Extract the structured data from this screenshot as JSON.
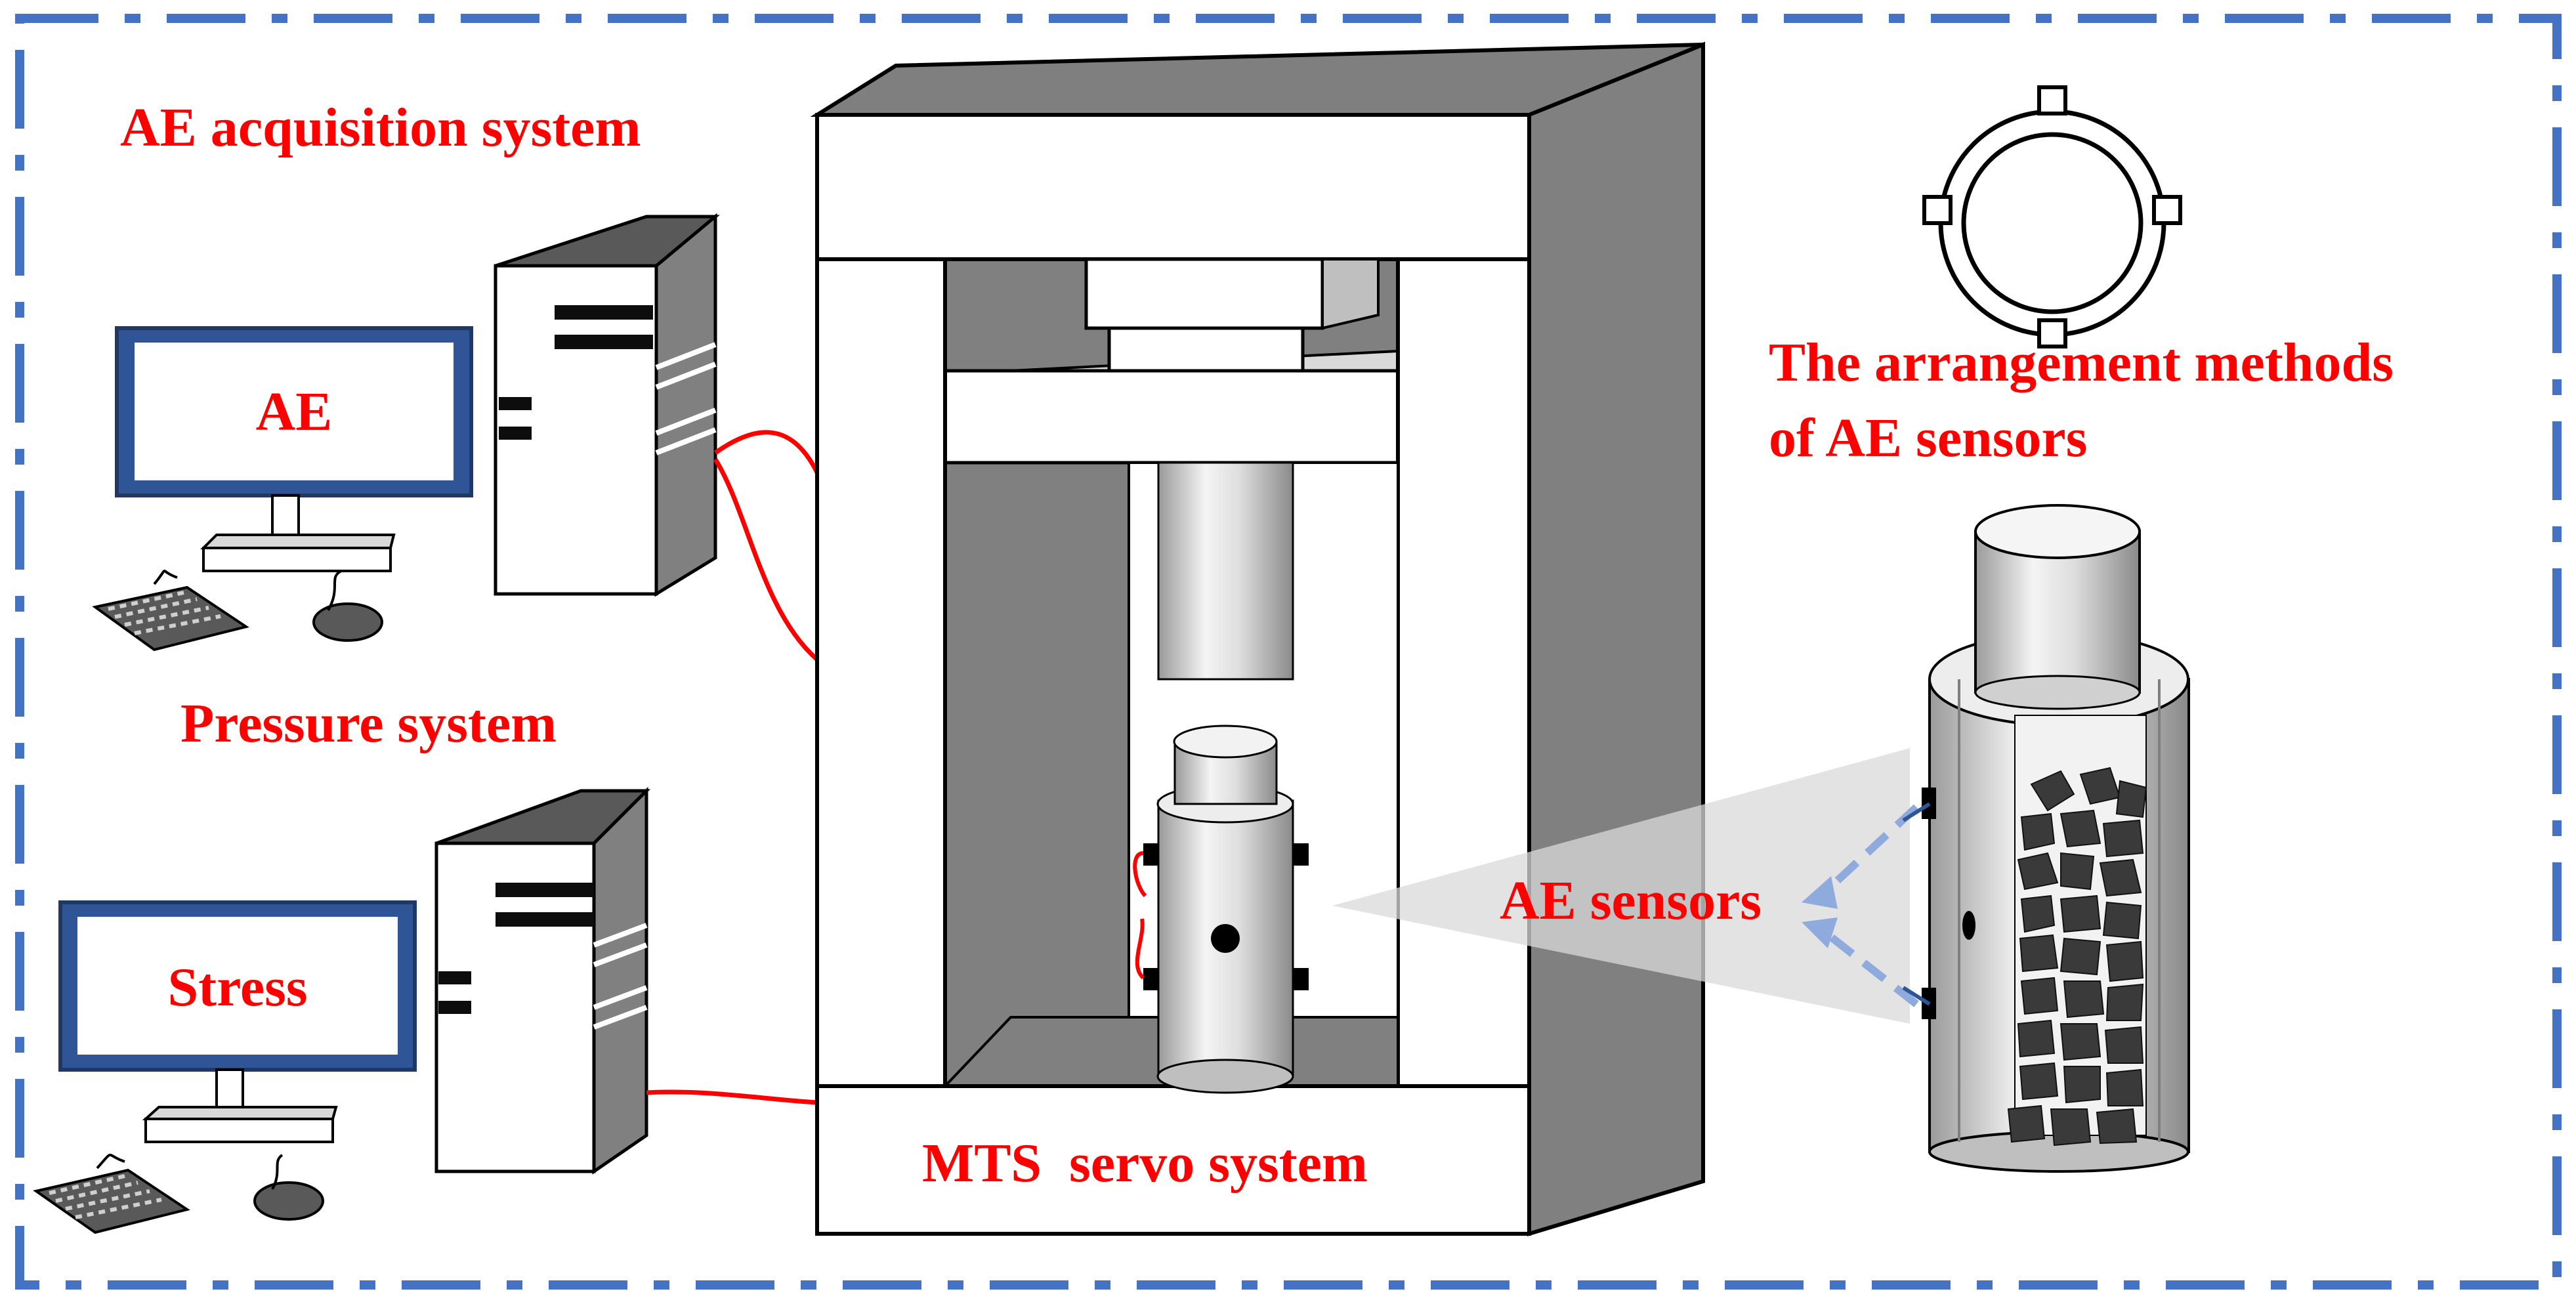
{
  "labels": {
    "ae_acquisition": "AE acquisition system",
    "ae_screen": "AE",
    "pressure_system": "Pressure system",
    "stress_screen": "Stress",
    "mts": "MTS  servo system",
    "arrangement_line1": "The arrangement methods",
    "arrangement_line2": "of AE sensors",
    "ae_sensors": "AE sensors"
  },
  "colors": {
    "label_red": "#ff0000",
    "border_blue": "#4472c4",
    "frame_gray": "#808080",
    "monitor_blue": "#2f5597",
    "cable_red": "#ff0000",
    "arrow_blue": "#8faadc",
    "sensor_black": "#000000",
    "rock_dark": "#3a3a3a"
  }
}
